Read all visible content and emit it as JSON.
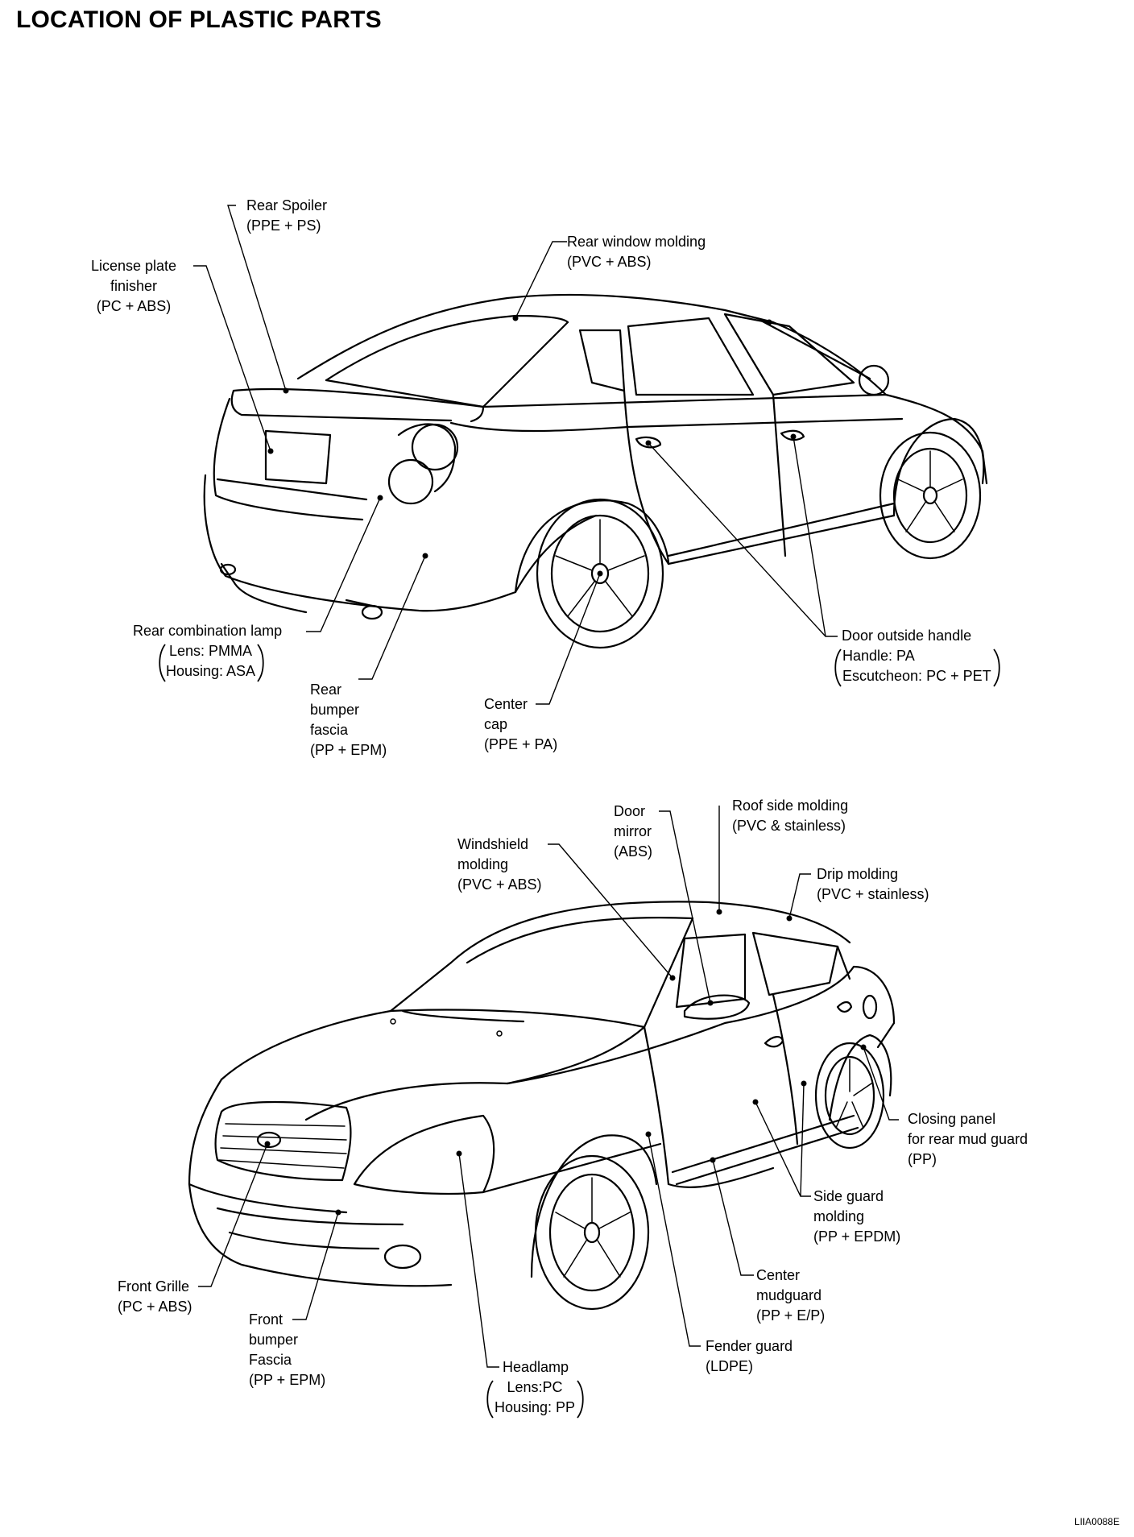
{
  "title": "LOCATION OF PLASTIC PARTS",
  "figure_code": "LIIA0088E",
  "rear_view": {
    "rear_spoiler": [
      "Rear Spoiler",
      "(PPE + PS)"
    ],
    "license_plate_finisher": [
      "License plate",
      "finisher",
      "(PC + ABS)"
    ],
    "rear_window_molding": [
      "Rear window molding",
      "(PVC + ABS)"
    ],
    "rear_combination_lamp": [
      "Rear combination lamp",
      "Lens: PMMA",
      "Housing: ASA"
    ],
    "rear_bumper_fascia": [
      "Rear",
      "bumper",
      "fascia",
      "(PP + EPM)"
    ],
    "center_cap": [
      "Center",
      "cap",
      "(PPE + PA)"
    ],
    "door_outside_handle": [
      "Door outside handle",
      "Handle: PA",
      "Escutcheon: PC + PET"
    ]
  },
  "front_view": {
    "door_mirror": [
      "Door",
      "mirror",
      "(ABS)"
    ],
    "roof_side_molding": [
      "Roof side molding",
      "(PVC & stainless)"
    ],
    "windshield_molding": [
      "Windshield",
      "molding",
      "(PVC + ABS)"
    ],
    "drip_molding": [
      "Drip molding",
      "(PVC + stainless)"
    ],
    "closing_panel": [
      "Closing panel",
      "for rear mud guard",
      "(PP)"
    ],
    "side_guard_molding": [
      "Side guard",
      "molding",
      "(PP + EPDM)"
    ],
    "center_mudguard": [
      "Center",
      "mudguard",
      "(PP + E/P)"
    ],
    "fender_guard": [
      "Fender guard",
      "(LDPE)"
    ],
    "headlamp": [
      "Headlamp",
      "Lens:PC",
      "Housing: PP"
    ],
    "front_bumper_fascia": [
      "Front",
      "bumper",
      "Fascia",
      "(PP + EPM)"
    ],
    "front_grille": [
      "Front Grille",
      "(PC + ABS)"
    ]
  }
}
